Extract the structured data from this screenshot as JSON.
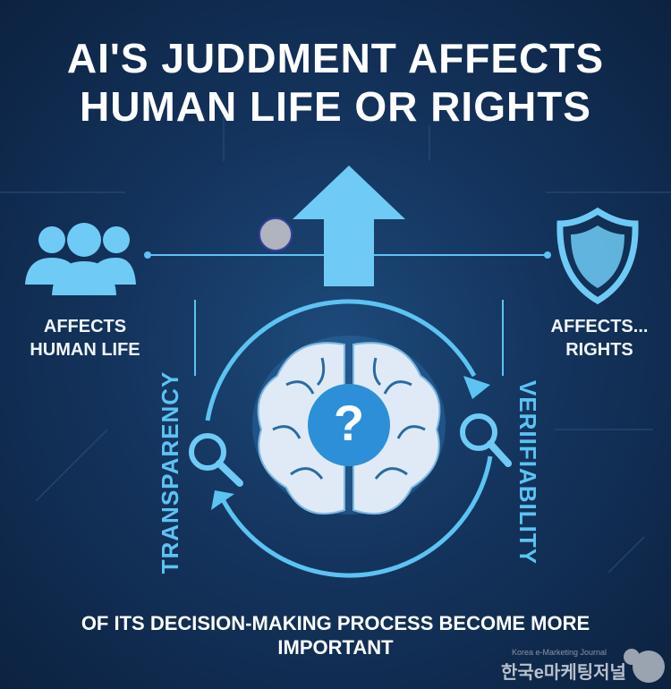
{
  "title": {
    "line1": "AI'S JUDDMENT AFFECTS",
    "line2": "HUMAN LIFE OR RIGHTS"
  },
  "left_label": {
    "line1": "AFFECTS",
    "line2": "HUMAN LIFE"
  },
  "right_label": {
    "line1": "AFFECTS...",
    "line2": "RIGHTS"
  },
  "left_vertical": "TRANSPARENCY",
  "right_vertical": "VERIIFIABILITY",
  "center_symbol": "?",
  "bottom": {
    "line1": "OF ITS DECISION-MAKING PROCESS BECOME MORE",
    "line2": "IMPORTANT"
  },
  "watermark": {
    "text": "한국e마케팅저널",
    "subtext": "Korea e-Marketing Journal"
  },
  "colors": {
    "accent": "#5cc3f2",
    "background": "#14345e",
    "text": "#ffffff"
  }
}
